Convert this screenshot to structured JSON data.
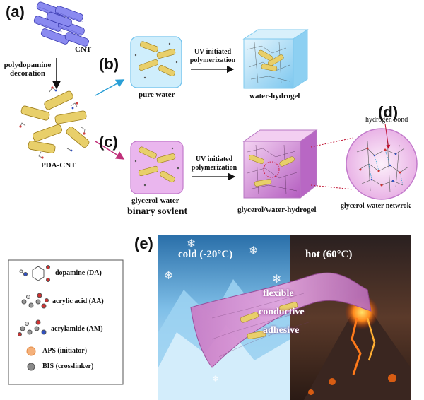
{
  "panels": {
    "a": "(a)",
    "b": "(b)",
    "c": "(c)",
    "d": "(d)",
    "e": "(e)"
  },
  "labels": {
    "cnt": "CNT",
    "pda_decoration": "polydopamine\ndecoration",
    "pda_cnt": "PDA-CNT",
    "pure_water": "pure water",
    "uv_b": "UV initiated\npolymerization",
    "water_hydrogel": "water-hydrogel",
    "glycerol_water": "glycerol-water",
    "binary_solvent": "binary sovlent",
    "uv_c": "UV initiated\npolymerization",
    "glycerol_water_hydrogel": "glycerol/water-hydrogel",
    "hydrogen_bond": "hydrogen bond",
    "network": "glycerol-water netwrok",
    "cold": "cold (-20°C)",
    "hot": "hot (60°C)",
    "flexible": "flexible",
    "conductive": "conductive",
    "adhesive": "adhesive"
  },
  "legend": {
    "items": [
      {
        "label": "dopamine (DA)",
        "icon": "dopamine-molecule-icon"
      },
      {
        "label": "acrylic acid (AA)",
        "icon": "acrylic-acid-molecule-icon"
      },
      {
        "label": "acrylamide (AM)",
        "icon": "acrylamide-molecule-icon"
      },
      {
        "label": "APS (initiator)",
        "icon": "aps-initiator-icon"
      },
      {
        "label": "BIS (crosslinker)",
        "icon": "bis-crosslinker-icon"
      }
    ]
  },
  "colors": {
    "cnt_blue": "#5b5bd6",
    "pda_gold": "#d9b847",
    "arrow_blue": "#2a9fd6",
    "arrow_magenta": "#c0307a",
    "water_blue": "#bfe4f7",
    "glycerol_pink": "#e6a6e8",
    "cold_blue": "#3f8fd0",
    "hot_orange": "#e0611a",
    "sheet_pink": "#d98fd6"
  }
}
